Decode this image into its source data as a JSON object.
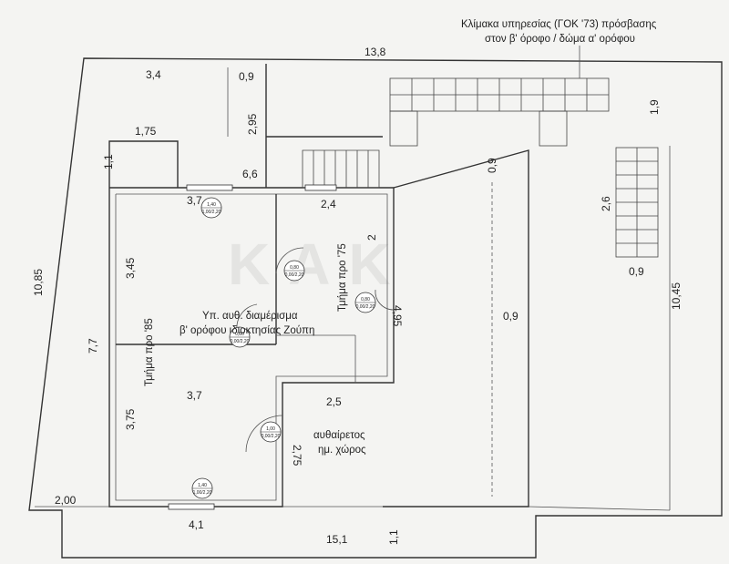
{
  "title": {
    "line1": "Κλίμακα υπηρεσίας (ΓΟΚ '73) πρόσβασης",
    "line2": "στον β' όροφο / δώμα α' ορόφου"
  },
  "dimensions": {
    "d_13_8": "13,8",
    "d_3_4": "3,4",
    "d_0_9_top": "0,9",
    "d_2_95": "2,95",
    "d_1_75": "1,75",
    "d_1_1_left": "1,1",
    "d_6_6": "6,6",
    "d_3_7_top": "3,7",
    "d_2_4": "2,4",
    "d_2": "2",
    "d_0_9_mid": "0,9",
    "d_1_9": "1,9",
    "d_2_6": "2,6",
    "d_0_9_right": "0,9",
    "d_10_45": "10,45",
    "d_10_85": "10,85",
    "d_3_45": "3,45",
    "d_7_7": "7,7",
    "d_4_95": "4,95",
    "d_0_9_center": "0,9",
    "d_3_7_mid": "3,7",
    "d_2_5": "2,5",
    "d_3_75": "3,75",
    "d_2_75": "2,75",
    "d_2_00": "2,00",
    "d_4_1": "4,1",
    "d_15_1": "15,1",
    "d_1_1_bottom": "1,1"
  },
  "labels": {
    "apartment_line1": "Υπ. αυθ. διαμέρισμα",
    "apartment_line2": "β' ορόφου ιδιοκτησίας Ζούπη",
    "section_85": "Τμήμα προ '85",
    "section_75": "Τμήμα προ '75",
    "unauth_line1": "αυθαίρετος",
    "unauth_line2": "ημ. χώρος"
  },
  "openings": [
    {
      "top": "1,40",
      "bottom": "1,00/2,20"
    },
    {
      "top": "0,80",
      "bottom": "0,00/2,20"
    },
    {
      "top": "0,80",
      "bottom": "0,00/2,20"
    },
    {
      "top": "0,80",
      "bottom": "0,00/2,20"
    },
    {
      "top": "1,00",
      "bottom": "0,00/2,20"
    },
    {
      "top": "1,40",
      "bottom": "1,00/2,20"
    }
  ],
  "watermark": "KAK"
}
